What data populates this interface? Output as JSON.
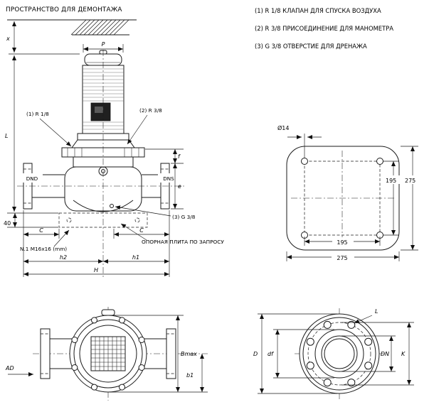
{
  "notes": {
    "line1": "(1) R 1/8 КЛАПАН ДЛЯ СПУСКА ВОЗДУХА",
    "line2": "(2) R 3/8 ПРИСОЕДИНЕНИЕ ДЛЯ МАНОМЕТРА",
    "line3": "(3) G 3/8 ОТВЕРСТИЕ ДЛЯ ДРЕНАЖА"
  },
  "main_view": {
    "clearance_label": "ПРОСТРАНСТВО ДЛЯ ДЕМОНТАЖА",
    "callout_air_valve": "(1) R 1/8",
    "callout_gauge": "(2) R 3/8",
    "callout_drain": "(3) G 3/8",
    "support_plate_note": "ОПОРНАЯ ПЛИТА ПО ЗАПРОСУ",
    "anchor_bolts": "N.1 M16x16 (mm)",
    "dims": {
      "x": "x",
      "P": "P",
      "L": "L",
      "DND": "DND",
      "DNS": "DNS",
      "f": "f",
      "e": "e",
      "forty": "40",
      "C_left": "C",
      "C_right": "C",
      "h2": "h2",
      "h1": "h1",
      "H": "H"
    }
  },
  "plate_view": {
    "hole_dia": "Ø14",
    "dims": {
      "right_inner": "195",
      "right_outer": "275",
      "bottom_inner": "195",
      "bottom_outer": "275"
    }
  },
  "front_view": {
    "dims": {
      "AD": "AD",
      "Bmax": "Bmax",
      "b1": "b1"
    }
  },
  "flange_view": {
    "dims": {
      "L": "L",
      "D": "D",
      "df": "df",
      "DN": "DN",
      "K": "K"
    }
  }
}
